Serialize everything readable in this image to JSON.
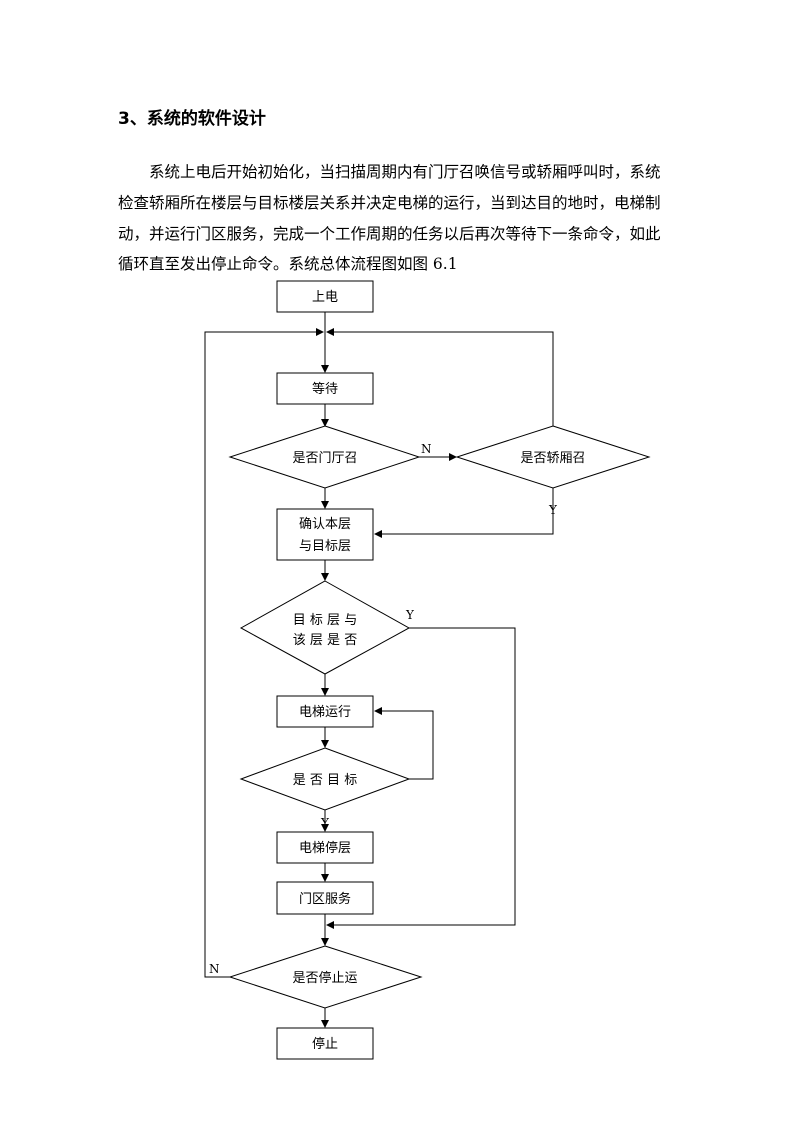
{
  "section": {
    "heading": "3、系统的软件设计"
  },
  "paragraph": {
    "lines": [
      "　　系统上电后开始初始化，当扫描周期内有门厅召唤信号或轿厢呼叫时，系统",
      "检查轿厢所在楼层与目标楼层关系并决定电梯的运行，当到达目的地时，电梯制",
      "动，并运行门区服务，完成一个工作周期的任务以后再次等待下一条命令，如此",
      "循环直至发出停止命令。系统总体流程图如图 6.1"
    ]
  },
  "flowchart": {
    "power_on": "上电",
    "wait": "等待",
    "hall_call_q": "是否门厅召",
    "car_call_q": "是否轿厢召",
    "confirm_line1": "确认本层",
    "confirm_line2": "与目标层",
    "same_floor_q_line1": "目 标 层 与",
    "same_floor_q_line2": "该 层 是 否",
    "elevator_run": "电梯运行",
    "target_q": "是 否 目 标",
    "elevator_stop_floor": "电梯停层",
    "door_service": "门区服务",
    "stop_run_q": "是否停止运",
    "stop": "停止",
    "label_n_hall": "N",
    "label_y_car": "Y",
    "label_y_same": "Y",
    "label_y_target": "Y",
    "label_n_stop": "N"
  }
}
